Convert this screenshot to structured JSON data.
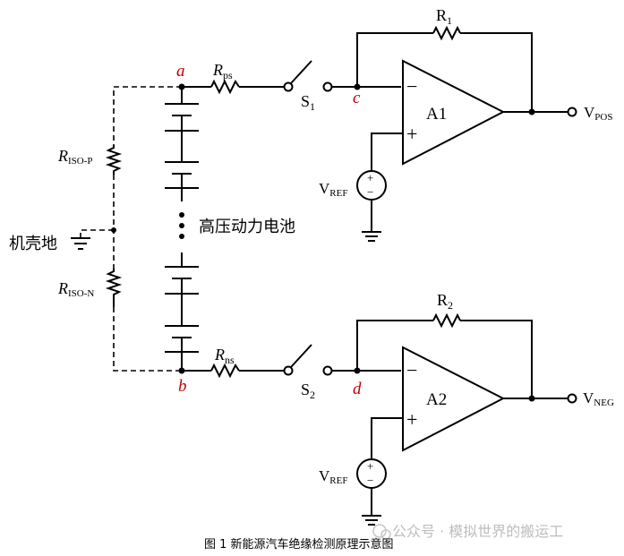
{
  "labels": {
    "node_a": "a",
    "node_b": "b",
    "node_c": "c",
    "node_d": "d",
    "rps_main": "R",
    "rps_sub": "ps",
    "rns_main": "R",
    "rns_sub": "ns",
    "r1_main": "R",
    "r1_sub": "1",
    "r2_main": "R",
    "r2_sub": "2",
    "s1_main": "S",
    "s1_sub": "1",
    "s2_main": "S",
    "s2_sub": "2",
    "amp1": "A1",
    "amp2": "A2",
    "vpos_main": "V",
    "vpos_sub": "POS",
    "vneg_main": "V",
    "vneg_sub": "NEG",
    "vref1_main": "V",
    "vref1_sub": "REF",
    "vref2_main": "V",
    "vref2_sub": "REF",
    "riso_p_main": "R",
    "riso_p_sub": "ISO-P",
    "riso_n_main": "R",
    "riso_n_sub": "ISO-N",
    "chassis_ground": "机壳地",
    "battery_pack": "高压动力电池",
    "minus_sign": "−",
    "plus_sign": "+",
    "src_plus": "+",
    "src_minus": "−"
  },
  "caption": "图 1  新能源汽车绝缘检测原理示意图",
  "watermark": "公众号 · 模拟世界的搬运工",
  "colors": {
    "node_label": "#c00000",
    "line": "#000000"
  }
}
